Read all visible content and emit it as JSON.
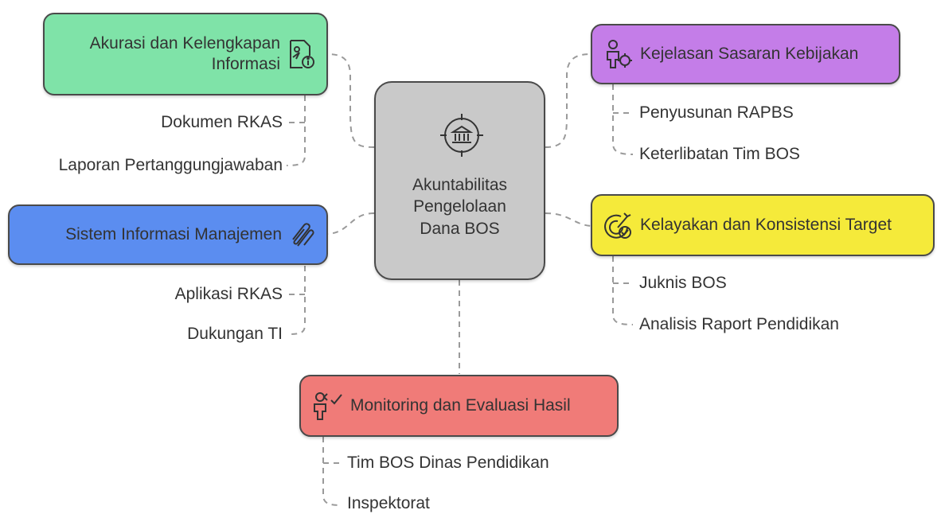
{
  "colors": {
    "green": "#7fe3a8",
    "purple": "#c47de8",
    "blue": "#5b8df0",
    "yellow": "#f5ea3a",
    "red": "#f07b78",
    "gray": "#c9c9c9",
    "border": "#4a4a4a",
    "text": "#333333"
  },
  "center": {
    "icon": "bank-target-icon",
    "title_lines": [
      "Akuntabilitas",
      "Pengelolaan",
      "Dana BOS"
    ]
  },
  "branches": {
    "akurasi": {
      "title_lines": [
        "Akurasi dan Kelengkapan",
        "Informasi"
      ],
      "icon": "document-info-icon",
      "children": [
        "Dokumen RKAS",
        "Laporan Pertanggungjawaban"
      ]
    },
    "sistem": {
      "title": "Sistem Informasi Manajemen",
      "icon": "paperclips-icon",
      "children": [
        "Aplikasi RKAS",
        "Dukungan TI"
      ]
    },
    "kejelasan": {
      "title": "Kejelasan Sasaran Kebijakan",
      "icon": "person-target-icon",
      "children": [
        "Penyusunan RAPBS",
        "Keterlibatan Tim BOS"
      ]
    },
    "kelayakan": {
      "title": "Kelayakan dan Konsistensi Target",
      "icon": "target-check-icon",
      "children": [
        "Juknis BOS",
        "Analisis Raport Pendidikan"
      ]
    },
    "monitoring": {
      "title": "Monitoring dan Evaluasi Hasil",
      "icon": "person-check-icon",
      "children": [
        "Tim BOS Dinas Pendidikan",
        "Inspektorat"
      ]
    }
  }
}
